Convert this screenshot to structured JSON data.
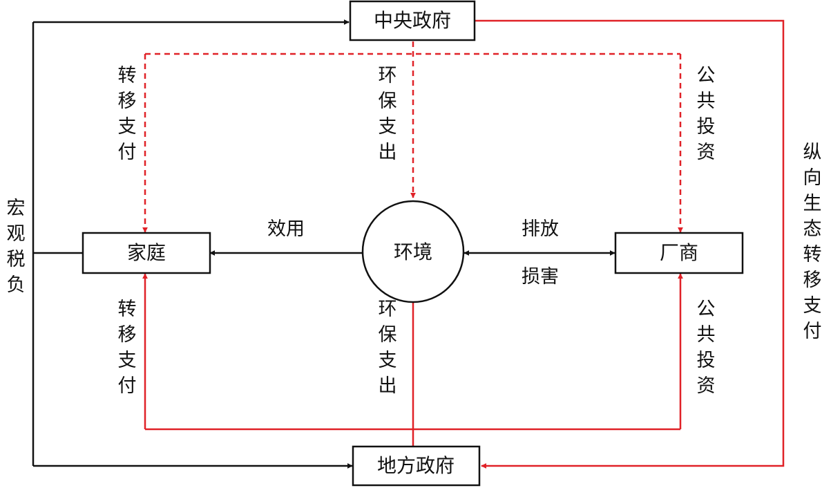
{
  "colors": {
    "black": "#111111",
    "red": "#e02127"
  },
  "nodes": {
    "central_government": "中央政府",
    "local_government": "地方政府",
    "household": "家庭",
    "firm": "厂商",
    "environment": "环境"
  },
  "labels": {
    "macro_tax_burden": "宏观税负",
    "vertical_ecological_transfer": "纵向生态转移支付",
    "utility": "效用",
    "emission": "排放",
    "damage": "损害",
    "central_transfer_payment": "转移支付",
    "central_environment_spending": "环保支出",
    "central_public_investment": "公共投资",
    "local_transfer_payment": "转移支付",
    "local_environment_spending": "环保支出",
    "local_public_investment": "公共投资"
  }
}
